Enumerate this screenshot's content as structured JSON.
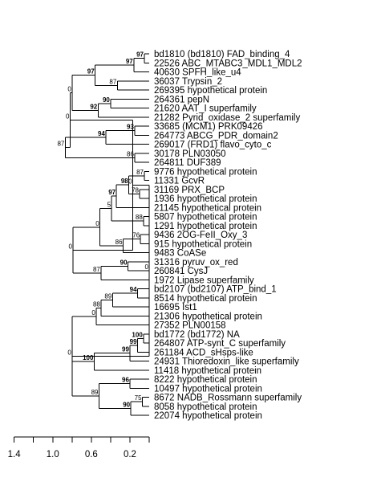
{
  "axis": {
    "ticks": [
      {
        "value": 1.4,
        "label": "1.4"
      },
      {
        "value": 1.0,
        "label": "1.0"
      },
      {
        "value": 0.6,
        "label": "0.6"
      },
      {
        "value": 0.2,
        "label": "0.2"
      }
    ],
    "minor_ticks": [
      1.4,
      1.2,
      1.0,
      0.8,
      0.6,
      0.4,
      0.2,
      0.0
    ]
  },
  "leaves": [
    "bd1810 (bd1810) FAD_binding_4",
    "22526 ABC_MTABC3_MDL1_MDL2",
    "40630 SPFH_like_u4",
    "36037 Trypsin_2",
    "269395 hypothetical protein",
    "264361 pepN",
    "21620 AAT_I superfamily",
    "21282 Pyrid_oxidase_2 superfamily",
    "33685 (MCM1) PRK09426",
    "264773 ABCG_PDR_domain2",
    "269017 (FRD1) flavo_cyto_c",
    "30178 PLN03050",
    "264811 DUF389",
    "9776 hypothetical protein",
    "11331 GcvR",
    "31169 PRX_BCP",
    "1936 hypothetical protein",
    "21145 hypothetical protein",
    "5807 hypothetical protein",
    "1291 hypothetical protein",
    "9436 2OG-FeII_Oxy_3",
    "915 hypothetical protein",
    "9483 CoASe",
    "31316 pyruv_ox_red",
    "260841 CysJ",
    "1972 Lipase superfamily",
    "bd2107 (bd2107) ATP_bind_1",
    "8514 hypothetical protein",
    "16695 Ist1",
    "21306 hypothetical protein",
    "27352 PLN00158",
    "bd1772 (bd1772) NA",
    "264807 ATP-synt_C superfamily",
    "261184 ACD_sHsps-like",
    "24931 Thioredoxin_like superfamily",
    "11418 hypothetical protein",
    "8222 hypothetical protein",
    "10497 hypothetical protein",
    "8672 NADB_Rossmann superfamily",
    "8058 hypothetical protein",
    "22074 hypothetical protein"
  ],
  "tree": {
    "s": "0",
    "b": false,
    "h": 0.0,
    "c": [
      {
        "s": "0",
        "b": false,
        "h": 0.17,
        "c": [
          {
            "s": "0",
            "b": false,
            "h": 0.82,
            "c": [
              {
                "s": "0",
                "b": false,
                "h": 0.8,
                "c": [
                  {
                    "s": "97",
                    "b": true,
                    "h": 0.56,
                    "c": [
                      {
                        "s": "97",
                        "b": true,
                        "h": 0.16,
                        "c": [
                          {
                            "s": "97",
                            "b": true,
                            "h": 0.05,
                            "c": [
                              {
                                "l": 0
                              },
                              {
                                "l": 1
                              }
                            ]
                          },
                          {
                            "l": 2
                          }
                        ]
                      },
                      {
                        "s": "87",
                        "b": false,
                        "h": 0.33,
                        "c": [
                          {
                            "l": 3
                          },
                          {
                            "l": 4
                          }
                        ]
                      }
                    ]
                  },
                  {
                    "s": "92",
                    "b": true,
                    "h": 0.53,
                    "c": [
                      {
                        "s": "90",
                        "b": true,
                        "h": 0.4,
                        "c": [
                          {
                            "l": 5
                          },
                          {
                            "l": 6
                          }
                        ]
                      },
                      {
                        "l": 7
                      }
                    ]
                  }
                ]
              },
              {
                "s": "87",
                "b": false,
                "h": 0.87,
                "c": [
                  {
                    "s": "94",
                    "b": true,
                    "h": 0.45,
                    "c": [
                      {
                        "s": "93",
                        "b": true,
                        "h": 0.15,
                        "c": [
                          {
                            "l": 8
                          },
                          {
                            "l": 9
                          }
                        ]
                      },
                      {
                        "l": 10
                      }
                    ]
                  },
                  {
                    "s": "86",
                    "b": false,
                    "h": 0.15,
                    "c": [
                      {
                        "l": 11
                      },
                      {
                        "l": 12
                      }
                    ]
                  }
                ]
              }
            ]
          },
          {
            "s": "0",
            "b": false,
            "h": 0.79,
            "c": [
              {
                "s": "0",
                "b": false,
                "h": 0.51,
                "c": [
                  {
                    "s": "5",
                    "b": false,
                    "h": 0.39,
                    "c": [
                      {
                        "s": "97",
                        "b": true,
                        "h": 0.34,
                        "c": [
                          {
                            "s": "98",
                            "b": true,
                            "h": 0.21,
                            "c": [
                              {
                                "s": "87",
                                "b": false,
                                "h": 0.05,
                                "c": [
                                  {
                                    "l": 13
                                  },
                                  {
                                    "l": 14
                                  }
                                ]
                              },
                              {
                                "s": "78",
                                "b": false,
                                "h": 0.1,
                                "c": [
                                  {
                                    "l": 15
                                  },
                                  {
                                    "l": 16
                                  }
                                ]
                              }
                            ]
                          },
                          {
                            "l": 17
                          }
                        ]
                      },
                      {
                        "s": "88",
                        "b": false,
                        "h": 0.06,
                        "c": [
                          {
                            "l": 18
                          },
                          {
                            "l": 19
                          }
                        ]
                      }
                    ]
                  },
                  {
                    "s": "86",
                    "b": false,
                    "h": 0.27,
                    "c": [
                      {
                        "s": "76",
                        "b": false,
                        "h": 0.09,
                        "c": [
                          {
                            "l": 20
                          },
                          {
                            "l": 21
                          }
                        ]
                      },
                      {
                        "l": 22
                      }
                    ]
                  }
                ]
              },
              {
                "s": "87",
                "b": false,
                "h": 0.5,
                "c": [
                  {
                    "s": "90",
                    "b": true,
                    "h": 0.22,
                    "c": [
                      {
                        "l": 23
                      },
                      {
                        "l": 24
                      }
                    ]
                  },
                  {
                    "l": 25
                  }
                ]
              }
            ]
          }
        ]
      },
      {
        "s": "0",
        "b": false,
        "h": 0.8,
        "c": [
          {
            "s": "0",
            "b": false,
            "h": 0.55,
            "c": [
              {
                "s": "88",
                "b": false,
                "h": 0.5,
                "c": [
                  {
                    "s": "89",
                    "b": false,
                    "h": 0.38,
                    "c": [
                      {
                        "s": "94",
                        "b": true,
                        "h": 0.12,
                        "c": [
                          {
                            "l": 26
                          },
                          {
                            "l": 27
                          }
                        ]
                      },
                      {
                        "l": 28
                      }
                    ]
                  },
                  {
                    "l": 29
                  }
                ]
              },
              {
                "l": 30
              }
            ]
          },
          {
            "s": "100",
            "b": true,
            "h": 0.57,
            "c": [
              {
                "s": "99",
                "b": true,
                "h": 0.2,
                "c": [
                  {
                    "s": "99",
                    "b": true,
                    "h": 0.12,
                    "c": [
                      {
                        "s": "100",
                        "b": true,
                        "h": 0.06,
                        "c": [
                          {
                            "l": 31
                          },
                          {
                            "l": 32
                          }
                        ]
                      },
                      {
                        "l": 33
                      }
                    ]
                  },
                  {
                    "l": 34
                  }
                ]
              },
              {
                "l": 35
              }
            ]
          },
          {
            "s": "89",
            "b": false,
            "h": 0.52,
            "c": [
              {
                "s": "96",
                "b": true,
                "h": 0.2,
                "c": [
                  {
                    "l": 36
                  },
                  {
                    "l": 37
                  }
                ]
              },
              {
                "s": "90",
                "b": true,
                "h": 0.19,
                "c": [
                  {
                    "s": "75",
                    "b": false,
                    "h": 0.07,
                    "c": [
                      {
                        "l": 38
                      },
                      {
                        "l": 39
                      }
                    ]
                  },
                  {
                    "l": 40
                  }
                ]
              }
            ]
          }
        ]
      }
    ]
  }
}
